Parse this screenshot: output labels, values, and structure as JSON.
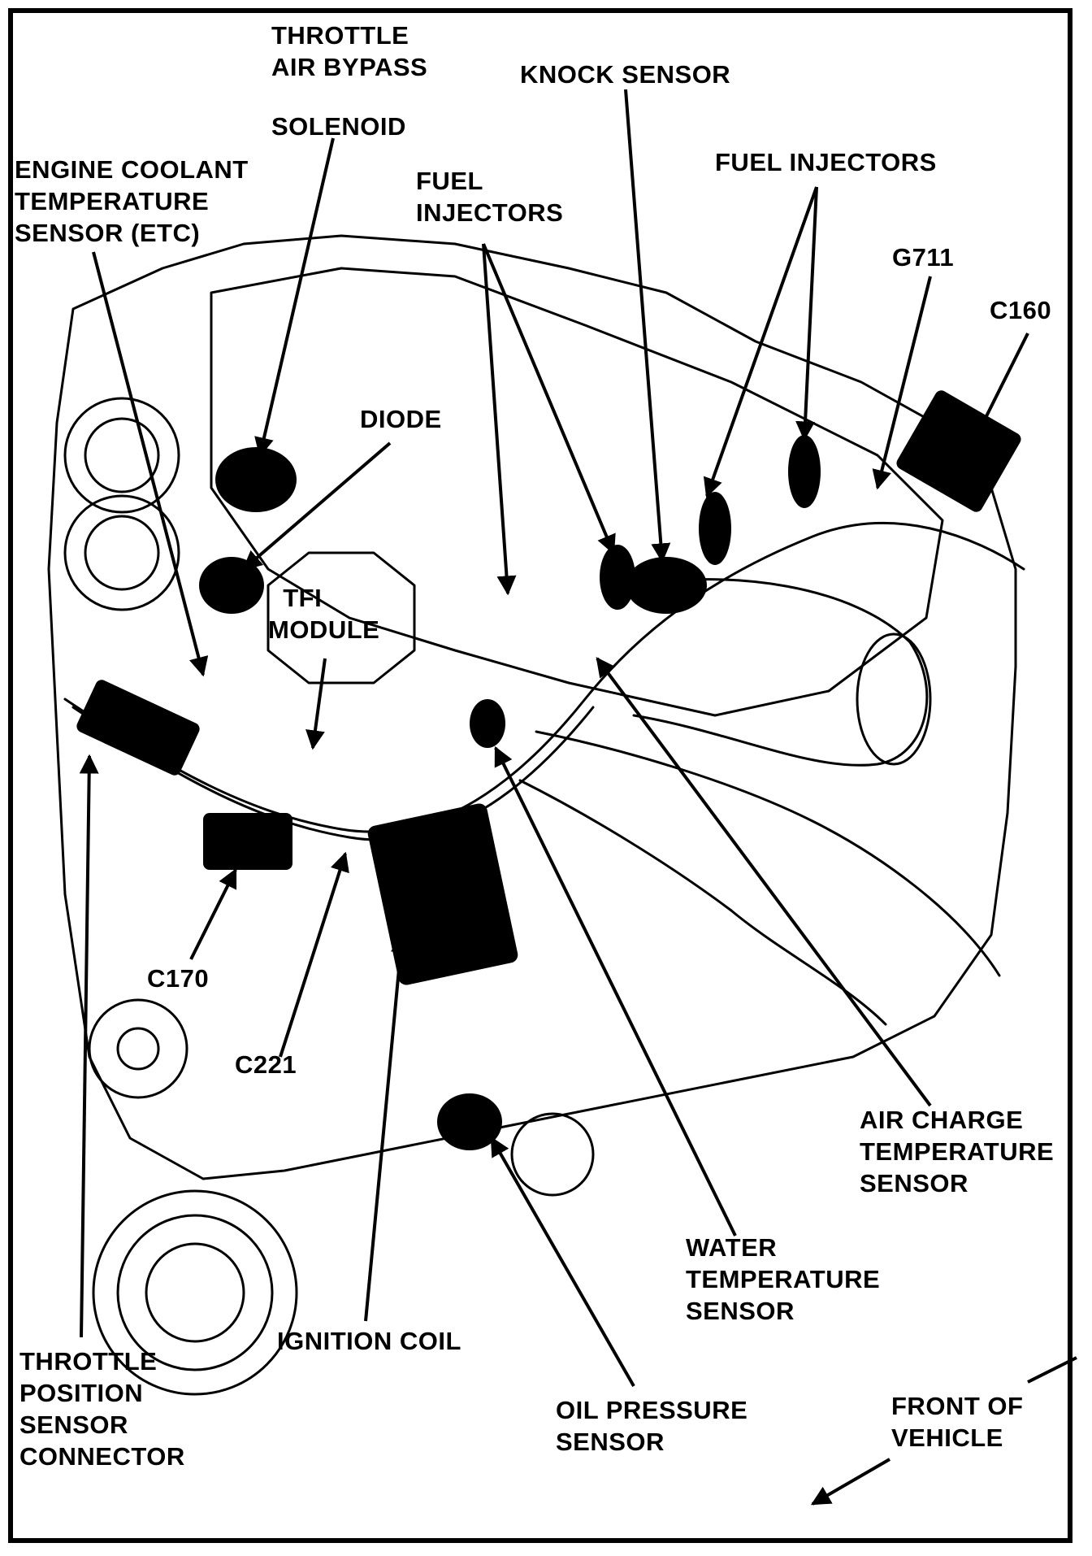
{
  "labels": {
    "throttle_air_bypass": "THROTTLE\nAIR BYPASS",
    "solenoid": "SOLENOID",
    "knock_sensor": "KNOCK SENSOR",
    "engine_coolant": "ENGINE COOLANT\nTEMPERATURE\nSENSOR (ETC)",
    "fuel_injectors_left": "FUEL\nINJECTORS",
    "fuel_injectors_right": "FUEL INJECTORS",
    "g711": "G711",
    "c160": "C160",
    "diode": "DIODE",
    "tfi_module": "  TFI\nMODULE",
    "c170": "C170",
    "c221": "C221",
    "air_charge": "AIR CHARGE\nTEMPERATURE\nSENSOR",
    "water_temp": "WATER\nTEMPERATURE\nSENSOR",
    "ignition_coil": "IGNITION COIL",
    "throttle_position": "THROTTLE\nPOSITION\nSENSOR\nCONNECTOR",
    "oil_pressure": "OIL PRESSURE\nSENSOR",
    "front_of_vehicle": "FRONT OF\nVEHICLE"
  },
  "colors": {
    "ink": "#000000",
    "paper": "#ffffff"
  }
}
